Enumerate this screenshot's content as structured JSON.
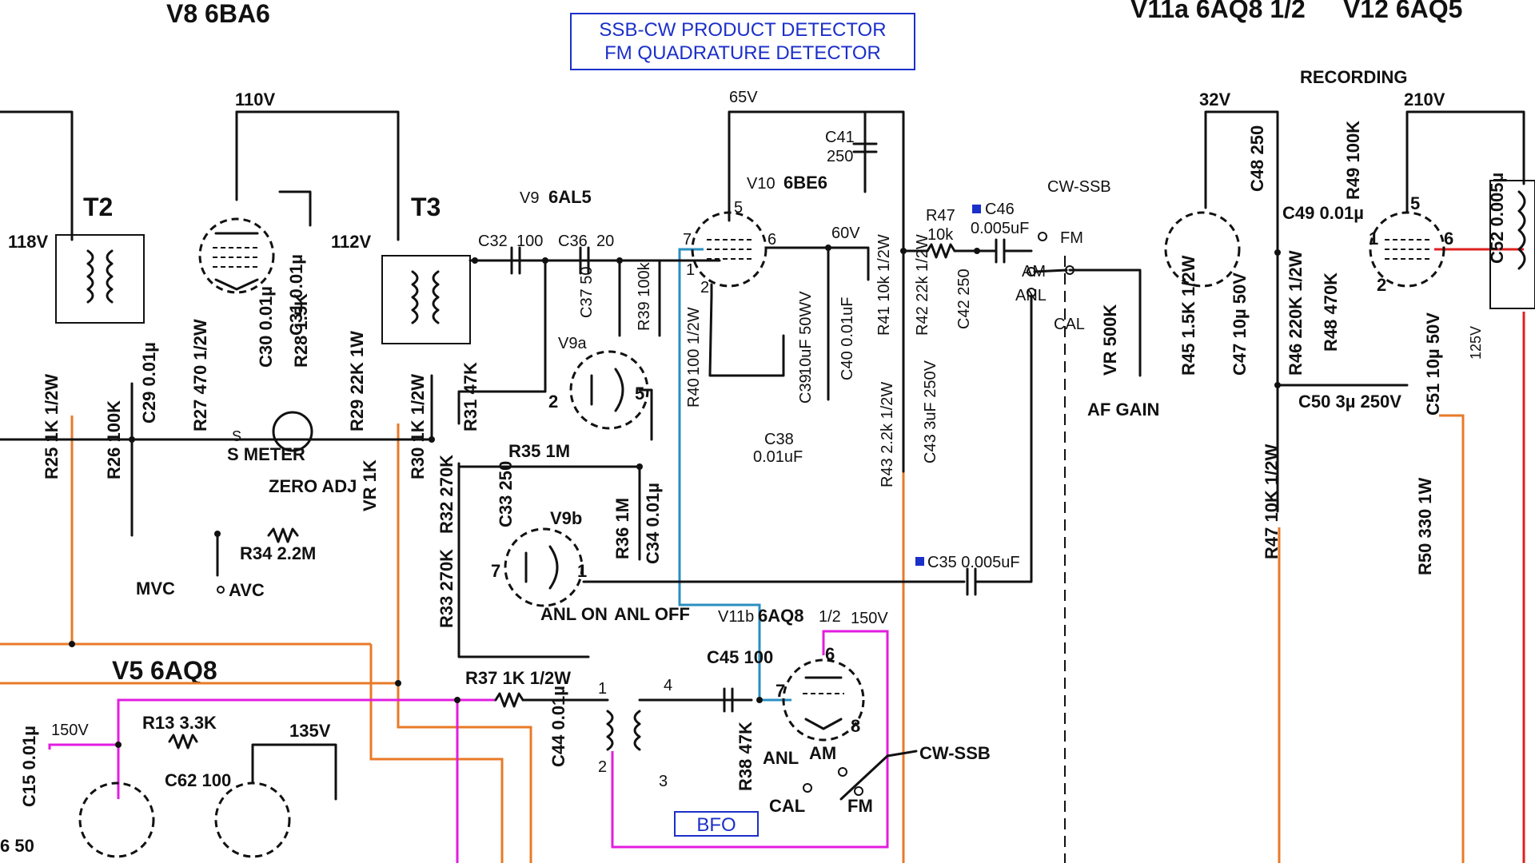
{
  "title_box": {
    "line1": "SSB-CW PRODUCT DETECTOR",
    "line2": "FM QUADRATURE DETECTOR"
  },
  "bfo_label": "BFO",
  "colors": {
    "title_blue": "#1b2fc9",
    "magenta": "#e21de0",
    "orange": "#e87a28",
    "cyan": "#2a8fc0",
    "red": "#e02020",
    "blue_square": "#1b2fc9"
  },
  "tubes": {
    "v8": "V8 6BA6",
    "v9": "V9",
    "v9_type": "6AL5",
    "v9a": "V9a",
    "v9b": "V9b",
    "v10": "V10",
    "v10_type": "6BE6",
    "v11a": "V11a 6AQ8 1/2",
    "v11b": "V11b",
    "v11b_type": "6AQ8",
    "v11b_half": "1/2",
    "v12": "V12 6AQ5",
    "v5": "V5 6AQ8"
  },
  "voltages": {
    "v110": "110V",
    "v112": "112V",
    "v118": "118V",
    "v65": "65V",
    "v60": "60V",
    "v32": "32V",
    "v210": "210V",
    "v150a": "150V",
    "v150b": "150V",
    "v135": "135V",
    "v125": "125V"
  },
  "transformers": {
    "t2": "T2",
    "t3": "T3"
  },
  "components": {
    "c32": "C32",
    "c32_val": "100",
    "c36": "C36",
    "c36_val": "20",
    "c37": "C37 50",
    "r39": "R39 100k",
    "c41": "C41",
    "c41_val": "250",
    "r40": "R40",
    "r40_val": "100 1/2W",
    "c39": "C39",
    "c39_val": "10uF 50WV",
    "c38": "C38",
    "c38_val": "0.01uF",
    "c40": "C40 0.01uF",
    "r41": "R41 10k 1/2W",
    "r42": "R42 22k 1/2W",
    "c42": "C42 250",
    "r47a": "R47",
    "r47a_val": "10k",
    "c46": "C46",
    "c46_val": "0.005uF",
    "r43": "R43 2.2k 1/2W",
    "c43": "C43 3uF 250V",
    "c35": "C35 0.005uF",
    "r31": "R31 47K",
    "r35": "R35 1M",
    "r32": "R32 270K",
    "c33": "C33 250",
    "r36": "R36 1M",
    "c34": "C34 0.01µ",
    "r33": "R33 270K",
    "r34": "R34 2.2M",
    "r37": "R37 1K 1/2W",
    "r13": "R13 3.3K",
    "c45": "C45 100",
    "r38": "R38 47K",
    "c44": "C44 0.01µ",
    "c62": "C62 100",
    "c15": "C15 0.01µ",
    "r25": "R25 1K 1/2W",
    "r26": "R26 100K",
    "c29": "C29 0.01µ",
    "r27": "R27 470 1/2W",
    "c30": "C30 0.01µ",
    "c31": "C31 0.01µ",
    "r28": "R28 1.5K",
    "r29": "R29 22K 1W",
    "r30": "R30 1K 1/2W",
    "vr1k": "VR 1K",
    "c48": "C48 250",
    "r45": "R45 1.5K 1/2W",
    "c47": "C47 10µ 50V",
    "c49": "C49 0.01µ",
    "r46": "R46 220K 1/2W",
    "r48": "R48 470K",
    "r49": "R49 100K",
    "c50": "C50 3µ 250V",
    "r47b": "R47 10K 1/2W",
    "c51": "C51 10µ 50V",
    "r50": "R50 330 1W",
    "c52": "C52 0.005µ",
    "vr500k": "VR 500K"
  },
  "labels": {
    "s_meter": "S METER",
    "zero_adj": "ZERO ADJ",
    "mvc": "MVC",
    "avc": "AVC",
    "anl_on": "ANL ON",
    "anl_off": "ANL OFF",
    "cw_ssb_top": "CW-SSB",
    "fm": "FM",
    "am": "AM",
    "anl": "ANL",
    "cal": "CAL",
    "af_gain": "AF GAIN",
    "recording": "RECORDING",
    "cw_ssb_bottom": "CW-SSB",
    "anl_b": "ANL",
    "am_b": "AM",
    "cal_b": "CAL",
    "fm_b": "FM",
    "s_letter": "S",
    "six_fifty": "6 50"
  },
  "pins": {
    "p1": "1",
    "p2": "2",
    "p3": "3",
    "p4": "4",
    "p5": "5",
    "p6": "6",
    "p7": "7",
    "p8": "8"
  }
}
